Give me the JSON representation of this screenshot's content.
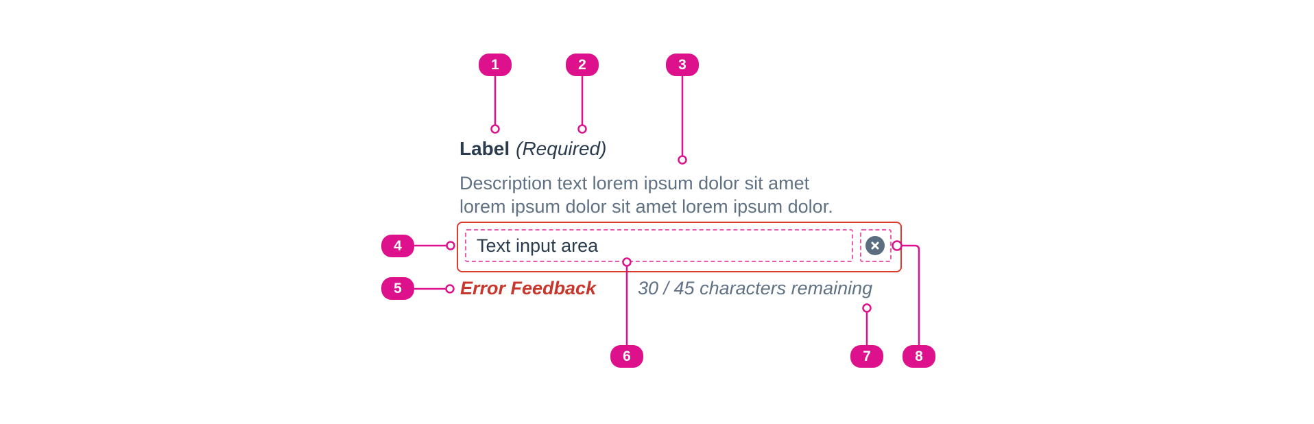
{
  "colors": {
    "annotation_pink": "#de118c",
    "dashed_outline_pink": "#ea5cb2",
    "input_border_red": "#da3b2a",
    "error_red": "#c9362c",
    "text_navy": "#2a3b4d",
    "text_slate": "#5f7183",
    "clear_button_gray": "#5b6e80",
    "background": "#ffffff"
  },
  "field": {
    "label": "Label",
    "required_indicator": "(Required)",
    "description_line1": "Description text lorem ipsum dolor sit amet",
    "description_line2": "lorem ipsum dolor sit amet lorem ipsum dolor.",
    "input_value": "Text input area",
    "error_feedback": "Error Feedback",
    "character_counter": "30 / 45 characters remaining"
  },
  "icons": {
    "clear_button": "x-circle"
  },
  "annotations": [
    {
      "number": "1",
      "target": "label"
    },
    {
      "number": "2",
      "target": "required-indicator"
    },
    {
      "number": "3",
      "target": "description"
    },
    {
      "number": "4",
      "target": "text-input-area"
    },
    {
      "number": "5",
      "target": "error-feedback"
    },
    {
      "number": "6",
      "target": "input-value"
    },
    {
      "number": "7",
      "target": "character-counter"
    },
    {
      "number": "8",
      "target": "clear-button"
    }
  ]
}
